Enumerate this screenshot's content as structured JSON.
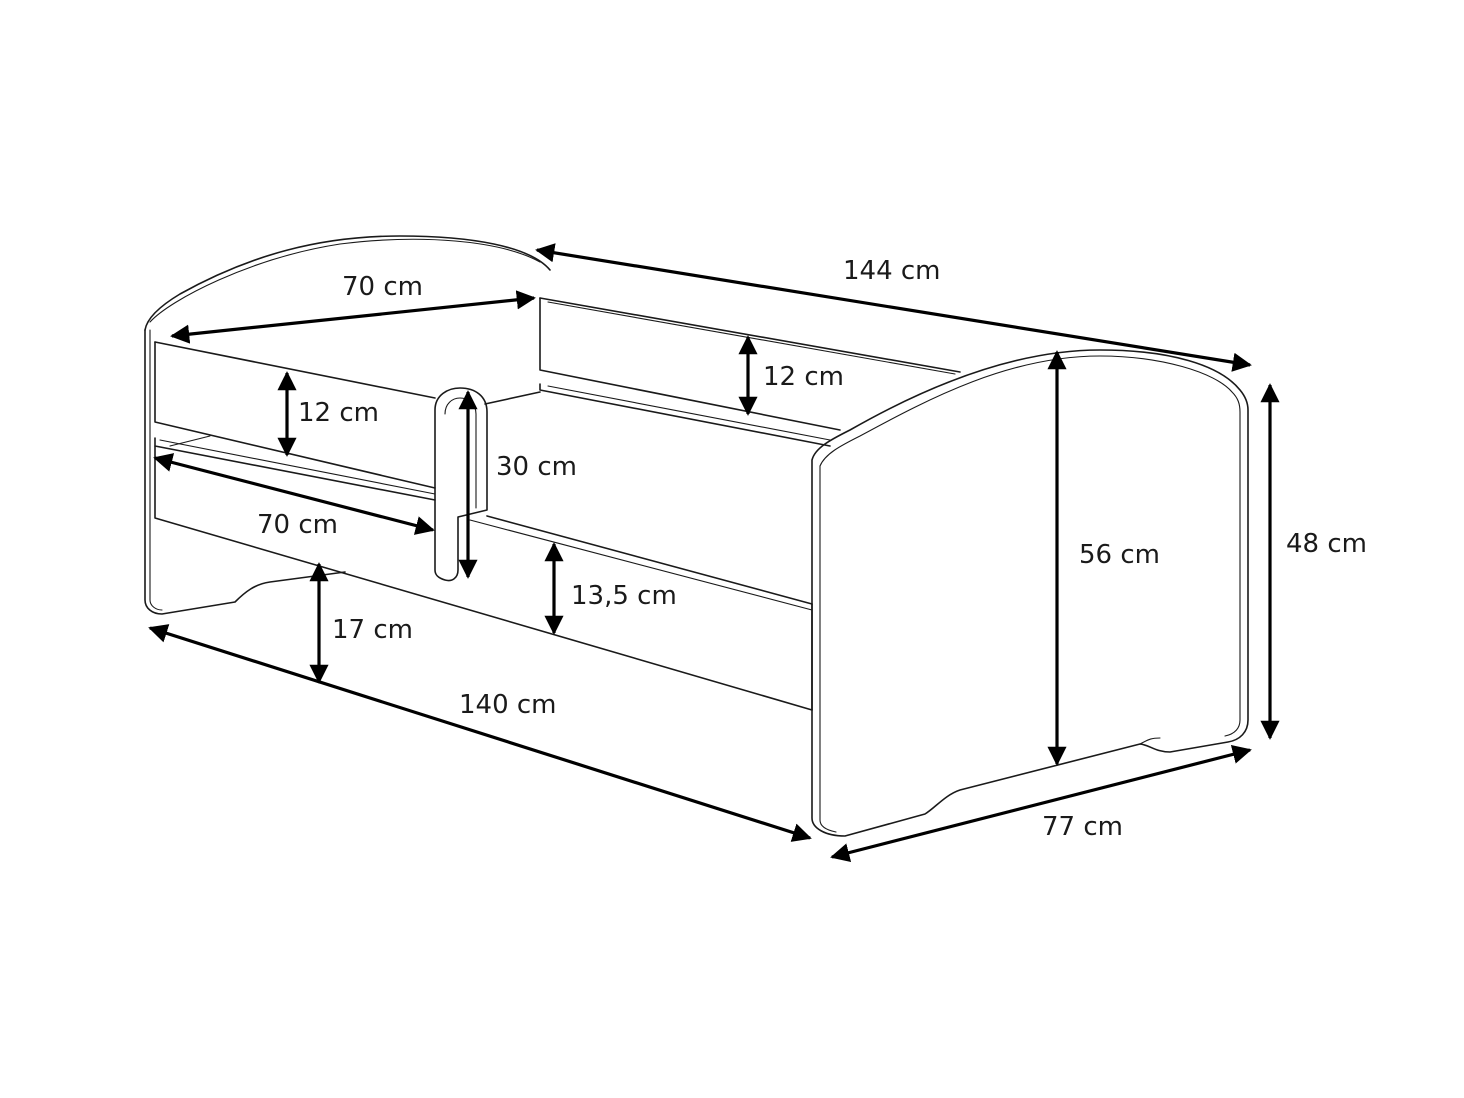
{
  "dimensions": {
    "top_length": "144 cm",
    "headboard_depth": "70 cm",
    "right_rail_height": "12 cm",
    "left_rail_height": "12 cm",
    "guard_height": "30 cm",
    "opening_length": "70 cm",
    "drawer_height": "13,5 cm",
    "leg_clearance": "17 cm",
    "bottom_length": "140 cm",
    "headboard_height": "56 cm",
    "footboard_height": "48 cm",
    "bottom_width": "77 cm"
  }
}
